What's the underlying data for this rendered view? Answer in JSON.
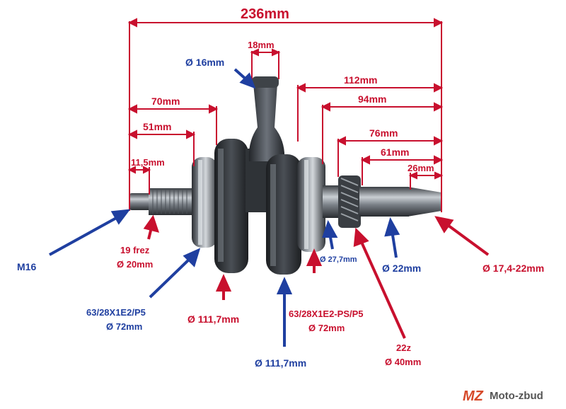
{
  "colors": {
    "dimension": "#c8102e",
    "blue_annotation": "#1f3fa0",
    "steel_dark": "#2a2d31",
    "steel_mid": "#5b6168",
    "steel_light": "#b9bec4"
  },
  "dimensions": {
    "overall": "236mm",
    "rod_width": "18mm",
    "d112": "112mm",
    "d94": "94mm",
    "d76": "76mm",
    "d61": "61mm",
    "d26": "26mm",
    "d70": "70mm",
    "d51": "51mm",
    "d11_5": "11,5mm"
  },
  "labels": {
    "rod_diameter": "Ø 16mm",
    "thread": "M16",
    "spline_line1": "19 frez",
    "spline_line2": "Ø 20mm",
    "bearing_left_line1": "63/28X1E2/P5",
    "bearing_left_line2": "Ø 72mm",
    "flywheel_left": "Ø 111,7mm",
    "flywheel_right": "Ø 111,7mm",
    "bearing_right_line1": "63/28X1E2-PS/P5",
    "bearing_right_line2": "Ø 72mm",
    "journal": "Ø 27,7mm",
    "shaft": "Ø 22mm",
    "taper": "Ø 17,4-22mm",
    "gear_line1": "22z",
    "gear_line2": "Ø 40mm"
  },
  "logo": {
    "mark": "MZ",
    "text": "Moto-zbud"
  }
}
